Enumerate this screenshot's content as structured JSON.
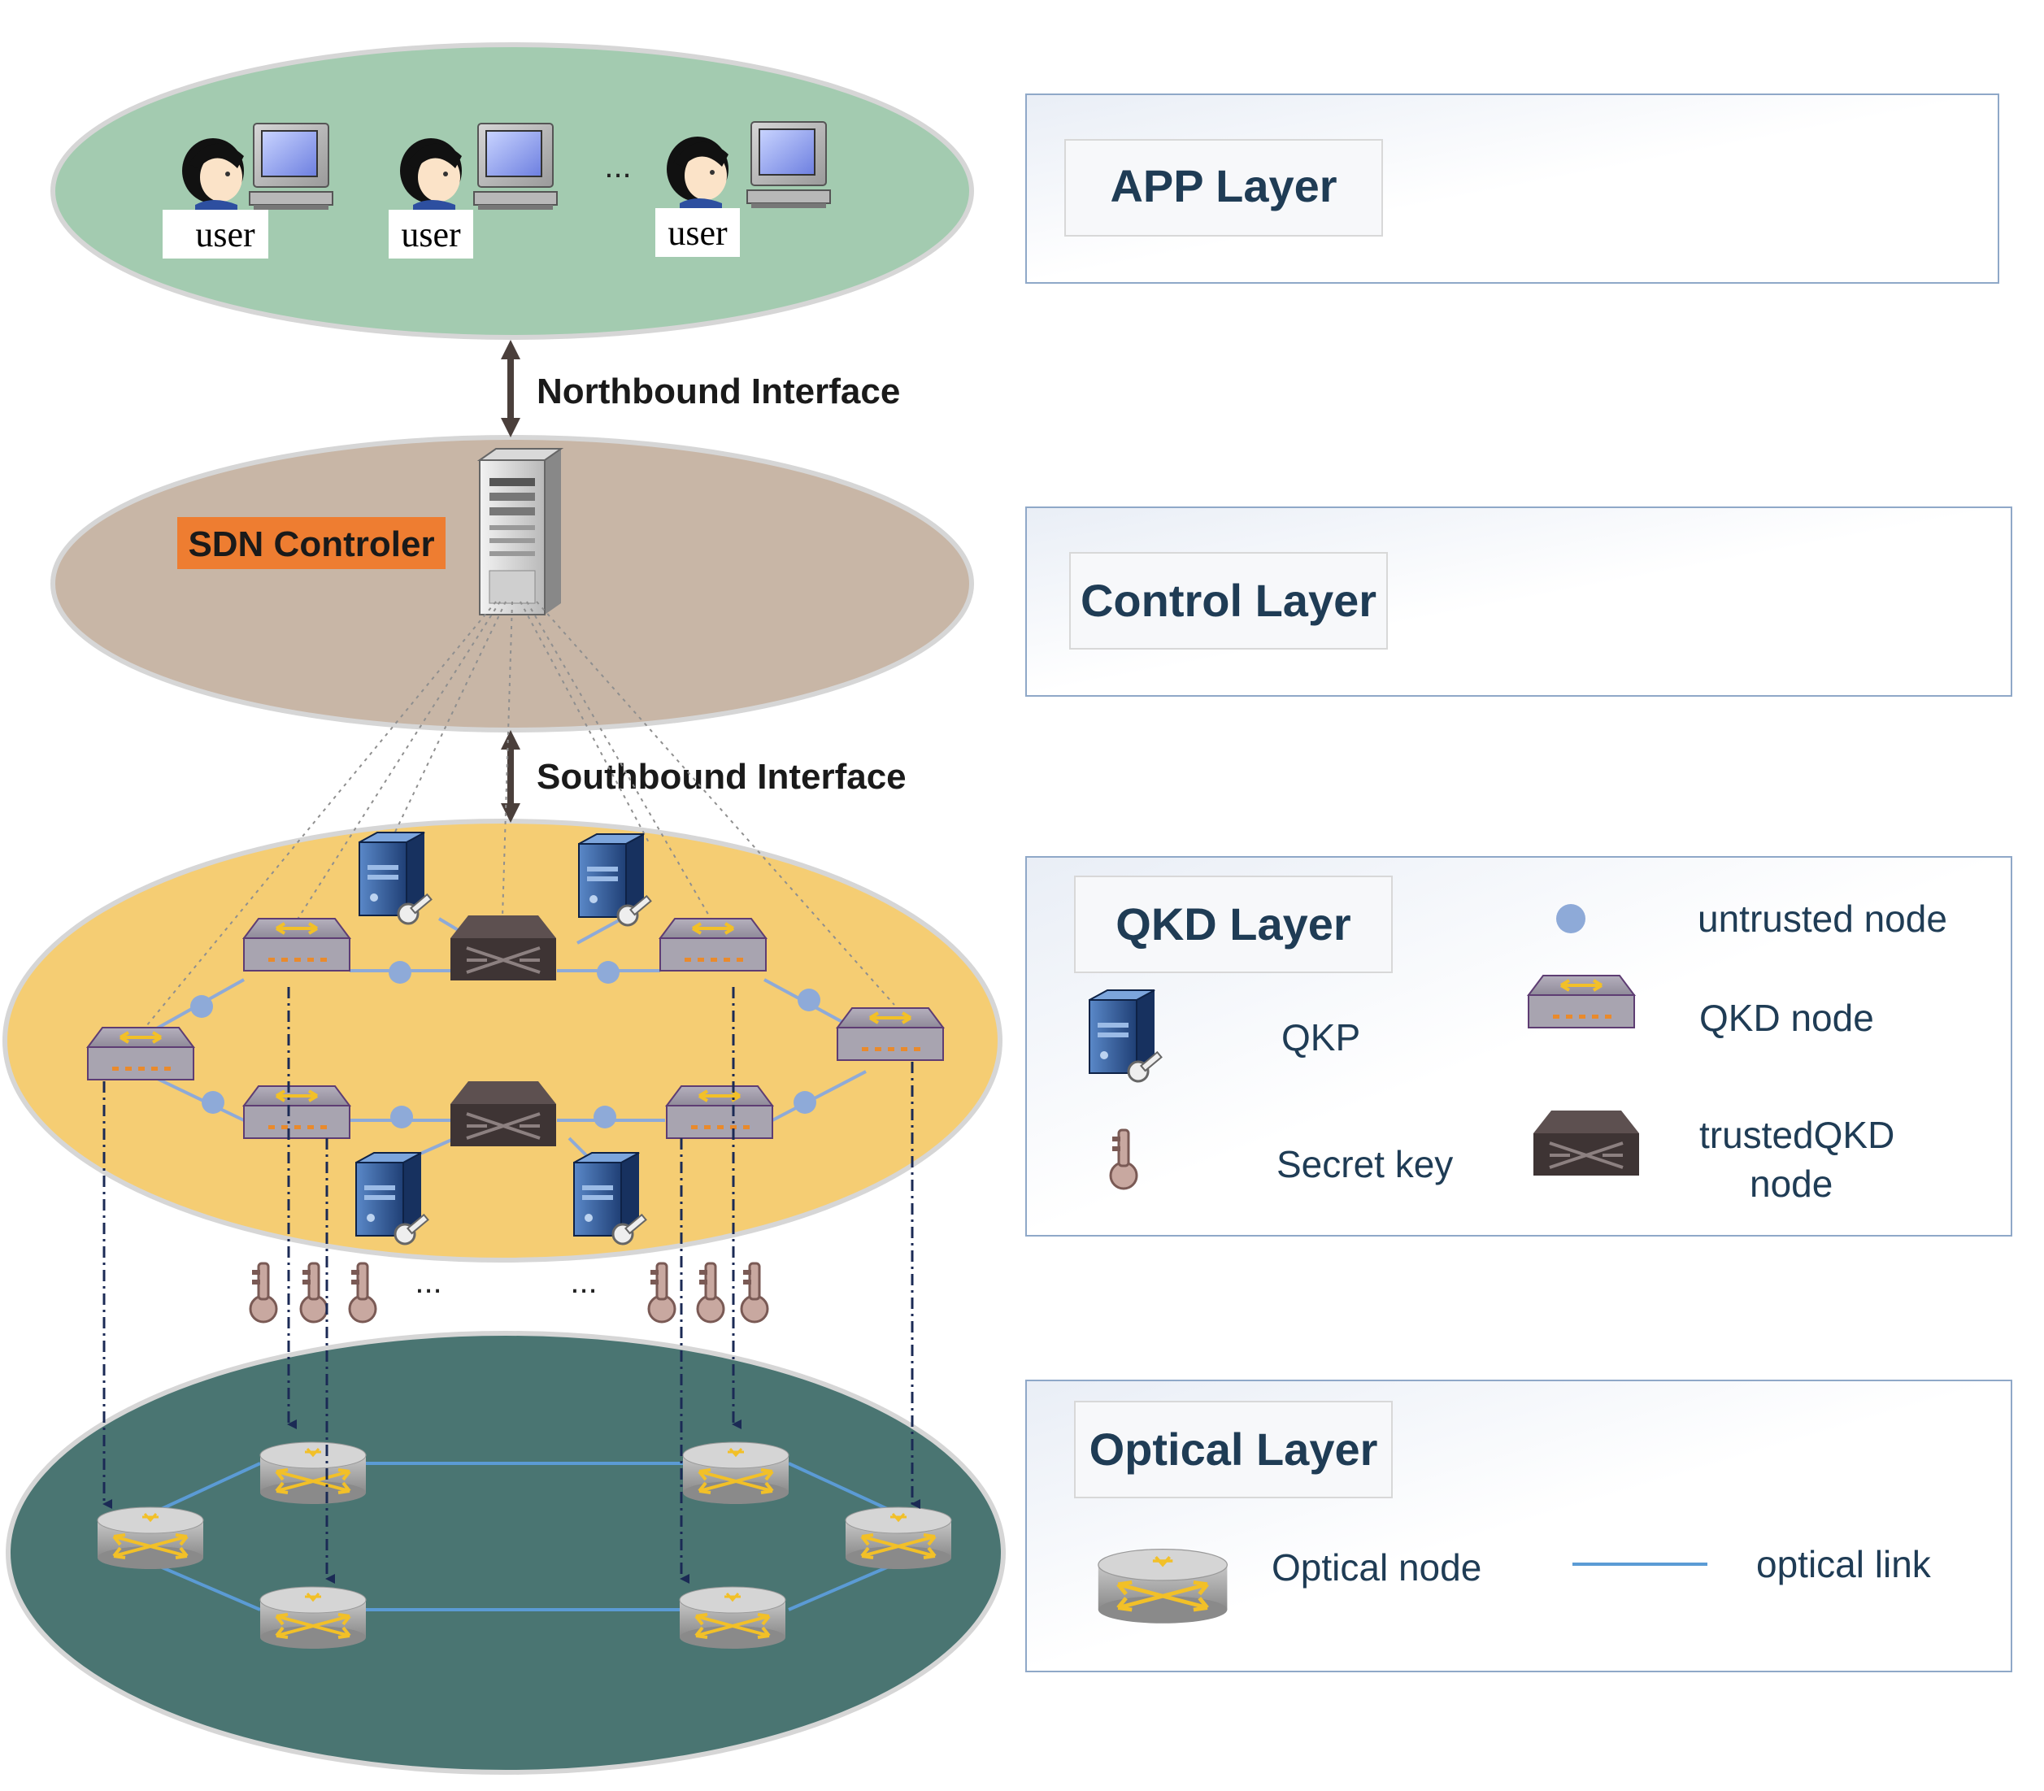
{
  "app_layer": {
    "users": [
      "user",
      "user",
      "user"
    ],
    "ellipsis": "..."
  },
  "interfaces": {
    "northbound": "Northbound Interface",
    "southbound": "Southbound Interface"
  },
  "control_layer": {
    "controller_label": "SDN Controler"
  },
  "qkd_layer": {
    "ellipsis_left": "...",
    "ellipsis_right": "..."
  },
  "legend": {
    "app": {
      "title": "APP Layer"
    },
    "control": {
      "title": "Control Layer"
    },
    "qkd": {
      "title": "QKD Layer",
      "qkp": "QKP",
      "secret_key": "Secret key",
      "untrusted_node": "untrusted node",
      "qkd_node": "QKD node",
      "trusted_qkd_line1": "trustedQKD",
      "trusted_qkd_line2": "node"
    },
    "optical": {
      "title": "Optical Layer",
      "optical_node": "Optical node",
      "optical_link": "optical link"
    }
  },
  "colors": {
    "app_ellipse": "#a3cbb0",
    "control_ellipse": "#c8b6a6",
    "qkd_ellipse": "#f5cd73",
    "optical_ellipse": "#4a7572",
    "controller_badge": "#ee7d31",
    "untrusted_node": "#8eaad8",
    "optical_link": "#5b9bd5",
    "legend_title": "#1f3c55"
  }
}
